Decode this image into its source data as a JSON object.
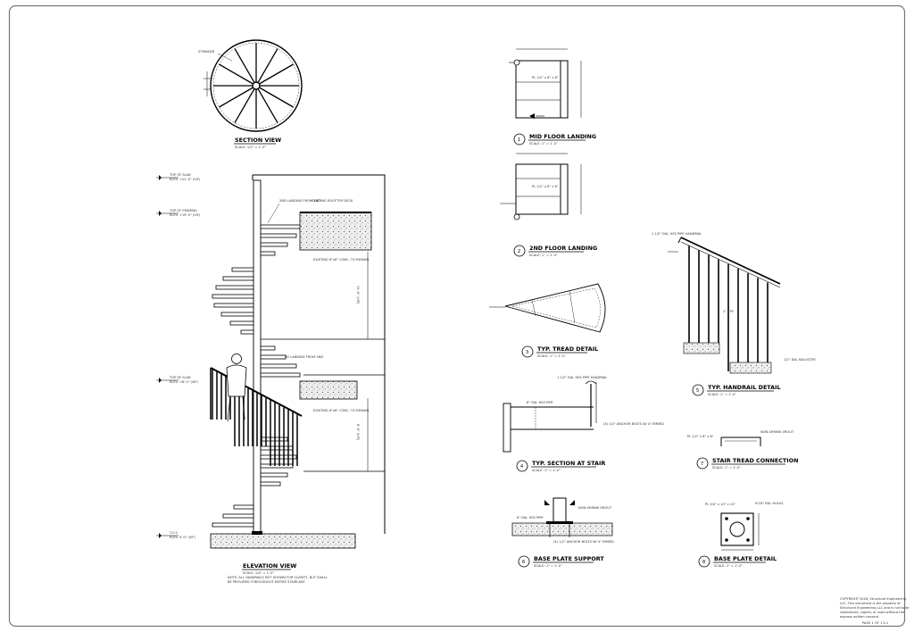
{
  "colors": {
    "line": "#000000",
    "border": "#6f6f6f",
    "concrete": "#e9e9e9"
  },
  "details": [
    {
      "num": "",
      "title": "SECTION VIEW",
      "scale": "SCALE: 1/2\" = 1'-0\""
    },
    {
      "num": "",
      "title": "ELEVATION VIEW",
      "scale": "SCALE: 1/4\" = 1'-0\"",
      "note_1": "NOTE: ALL HANDRAILS NOT SHOWN FOR CLARITY, BUT SHALL",
      "note_2": "BE PROVIDED THROUGHOUT ENTIRE STAIRCASE"
    },
    {
      "num": "1",
      "title": "MID FLOOR LANDING",
      "scale": "SCALE: 1\" = 1'-0\""
    },
    {
      "num": "2",
      "title": "2ND FLOOR LANDING",
      "scale": "SCALE: 1\" = 1'-0\""
    },
    {
      "num": "3",
      "title": "TYP. TREAD DETAIL",
      "scale": "SCALE: 1\" = 1'-0\""
    },
    {
      "num": "4",
      "title": "TYP. SECTION AT STAIR",
      "scale": "SCALE: 1\" = 1'-0\""
    },
    {
      "num": "5",
      "title": "TYP. HANDRAIL DETAIL",
      "scale": "SCALE: 1\" = 1'-0\""
    },
    {
      "num": "6",
      "title": "BASE PLATE SUPPORT",
      "scale": "SCALE: 1\" = 1'-0\""
    },
    {
      "num": "7",
      "title": "STAIR TREAD CONNECTION",
      "scale": "SCALE: 1\" = 1'-0\""
    },
    {
      "num": "8",
      "title": "BASE PLATE DETAIL",
      "scale": "SCALE: 1\" = 1'-0\""
    }
  ],
  "level_markers": [
    {
      "name": "TOP OF SLAB",
      "elev": "ELEV. +21'-0\" (VIF)"
    },
    {
      "name": "TOP OF FRAMING",
      "elev": "ELEV. +19'-9\" (VIF)"
    },
    {
      "name": "TOP OF SLAB",
      "elev": "ELEV. +8'-0\" (VIF)"
    },
    {
      "name": "T.O.C.",
      "elev": "ELEV. 0'-0\" (VIF)"
    }
  ],
  "notes": {
    "stringer": "STRINGER",
    "landing_2nd": "2ND LANDING FROM 2ND",
    "existing_roof": "EXISTING ROOFTOP DECK",
    "existing_slab_upper": "EXISTING 6\"x6\" CONC. TO REMAIN",
    "mid_landing": "MID LANDING FROM 2ND",
    "existing_slab_lower": "EXISTING 6\"x6\" CONC. TO REMAIN",
    "dim_upper": "11'-0\" (VIF)",
    "dim_lower": "8'-0\" (VIF)",
    "pipe_rail": "1 1/2\" DIA. HSS PIPE HANDRAIL",
    "baluster": "1/2\" DIA. BALUSTER",
    "typ_1": "2\" TYP.",
    "grout": "NON-SHRINK GROUT",
    "anchor_bolts": "(4) 1/2\" ANCHOR BOLTS W/ 4\" EMBED",
    "plate_size": "PL 1/2\" x 6\" x 6\"",
    "dia_hss": "6\" DIA. HSS PIPE",
    "base_plate": "PL 3/4\" x 10\" x 10\"",
    "holes": "9/16\" DIA. HOLES"
  },
  "copyright": [
    "COPYRIGHT 2018, Structural Engineering,",
    "LLC. This document is the property of",
    "Structural Engineering LLC and is not to be",
    "reproduced, copied, or used without the",
    "express written consent."
  ],
  "sheet_id": "PAGE 1 OF 1 S-1"
}
